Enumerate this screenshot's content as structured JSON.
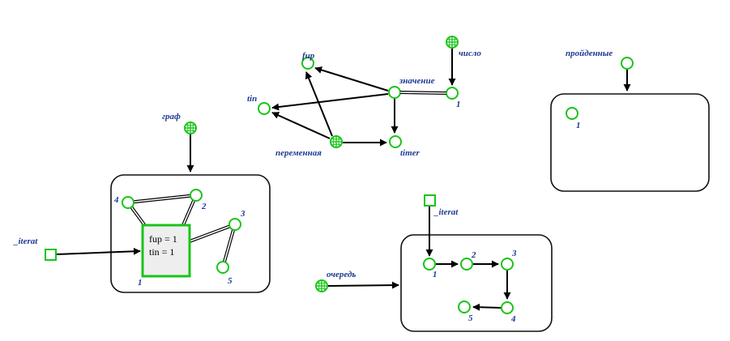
{
  "graph": {
    "label": "граф",
    "iterator_label": "_iterat",
    "vertices": [
      {
        "id": "1",
        "label": "1"
      },
      {
        "id": "2",
        "label": "2"
      },
      {
        "id": "3",
        "label": "3"
      },
      {
        "id": "4",
        "label": "4"
      },
      {
        "id": "5",
        "label": "5"
      }
    ],
    "current_vertex": {
      "label": "1",
      "values": [
        "fup = 1",
        "tin = 1"
      ]
    },
    "edges": [
      [
        "1",
        "2"
      ],
      [
        "1",
        "4"
      ],
      [
        "2",
        "4"
      ],
      [
        "1",
        "3"
      ],
      [
        "3",
        "5"
      ]
    ]
  },
  "record": {
    "variable_label": "переменная",
    "fields": [
      "fup",
      "tin",
      "timer",
      "значение"
    ],
    "number_label": "число",
    "value_label": "1"
  },
  "visited": {
    "label": "пройденные",
    "items": [
      "1"
    ]
  },
  "queue": {
    "label": "очередь",
    "iterator_label": "_iterat",
    "items": [
      "1",
      "2",
      "3",
      "4",
      "5"
    ]
  },
  "colors": {
    "node_stroke": "#19c419",
    "label_text": "#1f3a93",
    "current_fill": "#eeeeee"
  },
  "icons": {
    "variable": "globe-icon",
    "iterator": "square-icon"
  }
}
